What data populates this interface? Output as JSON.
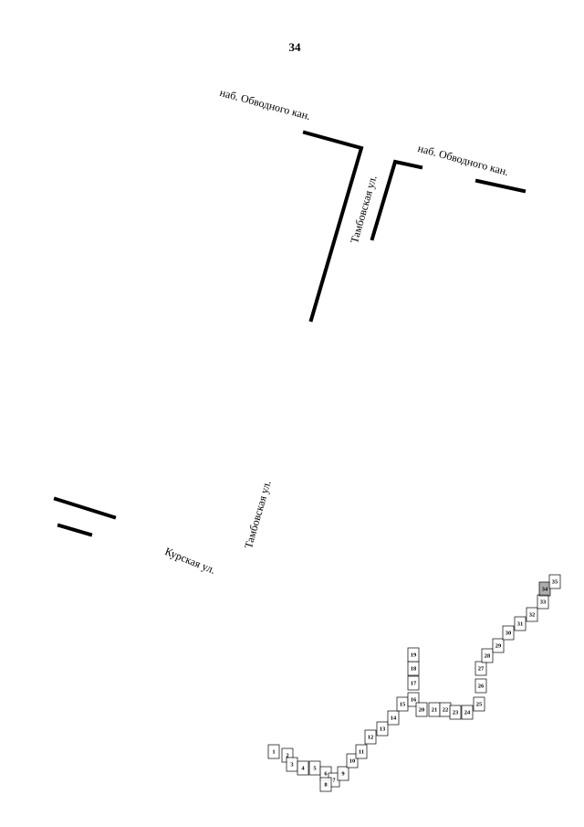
{
  "page": {
    "number": "34"
  },
  "labels": {
    "embankment_left": "наб. Обводного кан.",
    "embankment_right": "наб. Обводного кан.",
    "tambovskaya_top": "Тамбовская ул.",
    "tambovskaya_bottom": "Тамбовская ул.",
    "kurskaya": "Курская ул."
  },
  "plots": [
    "1",
    "2",
    "3",
    "4",
    "5",
    "6",
    "7",
    "8",
    "9",
    "10",
    "11",
    "12",
    "13",
    "14",
    "15",
    "16",
    "17",
    "18",
    "19",
    "20",
    "21",
    "22",
    "23",
    "24",
    "25",
    "26",
    "27",
    "28",
    "29",
    "30",
    "31",
    "32",
    "33",
    "34",
    "35"
  ],
  "colors": {
    "ink": "#000000",
    "background": "#ffffff"
  }
}
